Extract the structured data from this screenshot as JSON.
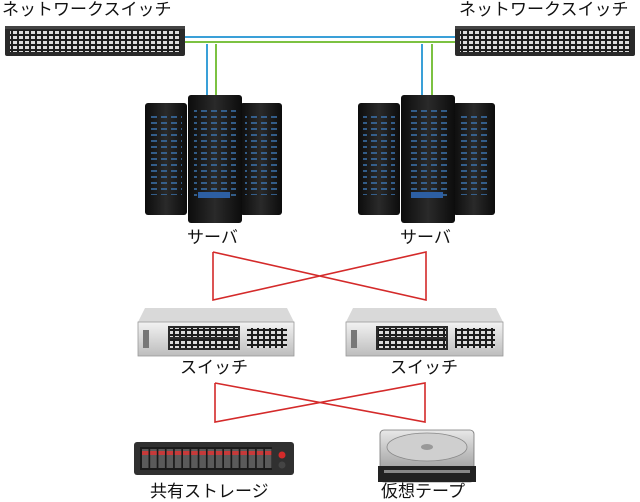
{
  "diagram": {
    "labels": {
      "switch_top_left": "ネットワークスイッチ",
      "switch_top_right": "ネットワークスイッチ",
      "server_left": "サーバ",
      "server_right": "サーバ",
      "switch_mid_left": "スイッチ",
      "switch_mid_right": "スイッチ",
      "storage": "共有ストレージ",
      "tape": "仮想テープ"
    },
    "colors": {
      "uplink_blue": "#3aa0d8",
      "uplink_green": "#7cc242",
      "cross_link_red": "#d42a2a",
      "rack_dark": "#1c1c1c",
      "switch_body": "#2a2a2a"
    }
  }
}
